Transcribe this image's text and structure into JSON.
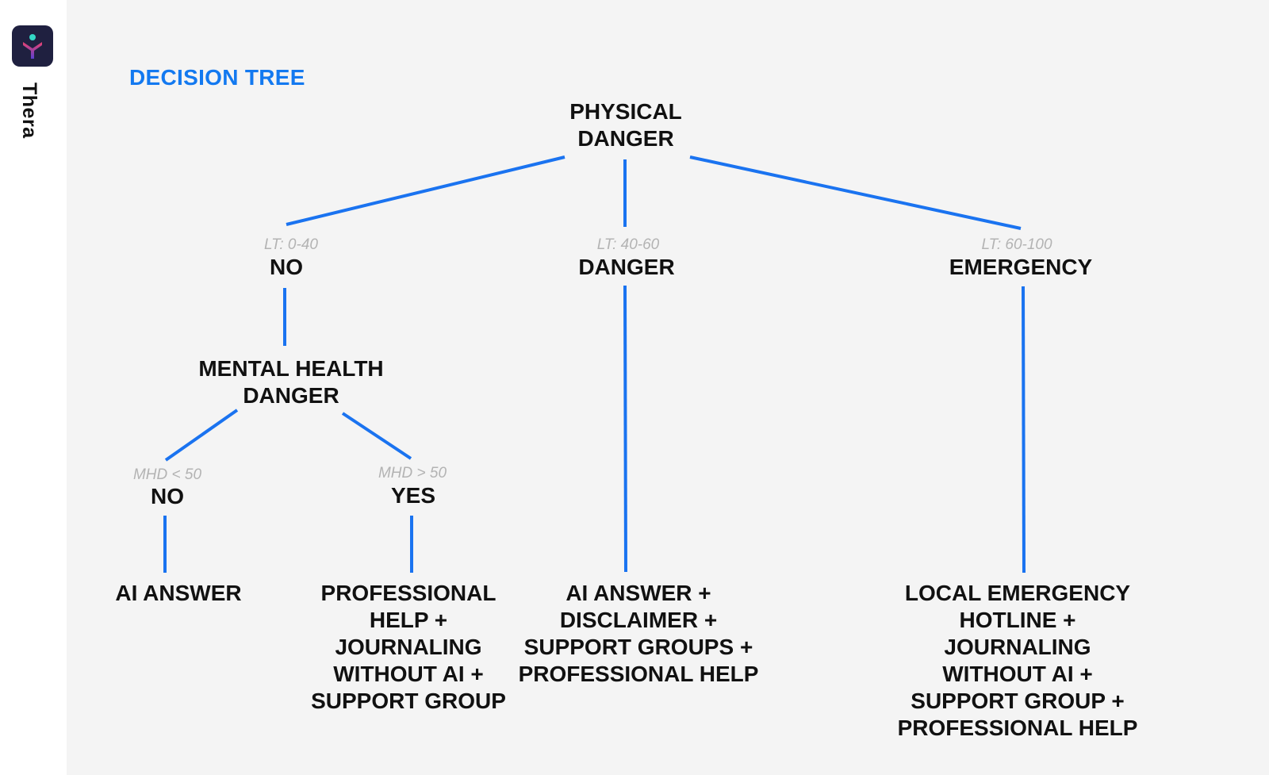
{
  "app": {
    "name": "Thera",
    "logo_icon": "thera-logo-icon"
  },
  "heading": "DECISION TREE",
  "colors": {
    "accent": "#1379f0",
    "edge": "#1a73f0",
    "text": "#111111",
    "condition": "#b3b3b3",
    "canvas": "#f4f4f4",
    "logo_bg": "#1f2040"
  },
  "tree": {
    "root": "PHYSICAL\nDANGER",
    "branches": [
      {
        "condition": "LT: 0-40",
        "label": "NO"
      },
      {
        "condition": "LT: 40-60",
        "label": "DANGER"
      },
      {
        "condition": "LT: 60-100",
        "label": "EMERGENCY"
      }
    ],
    "mental_health_node": "MENTAL HEALTH\nDANGER",
    "mental_health_branches": [
      {
        "condition": "MHD < 50",
        "label": "NO"
      },
      {
        "condition": "MHD > 50",
        "label": "YES"
      }
    ],
    "outcomes": [
      "AI ANSWER",
      "PROFESSIONAL\nHELP +\nJOURNALING\nWITHOUT AI +\nSUPPORT GROUP",
      "AI ANSWER +\nDISCLAIMER +\nSUPPORT GROUPS +\nPROFESSIONAL HELP",
      "LOCAL EMERGENCY\nHOTLINE +\nJOURNALING\nWITHOUT AI +\nSUPPORT GROUP +\nPROFESSIONAL HELP"
    ]
  }
}
